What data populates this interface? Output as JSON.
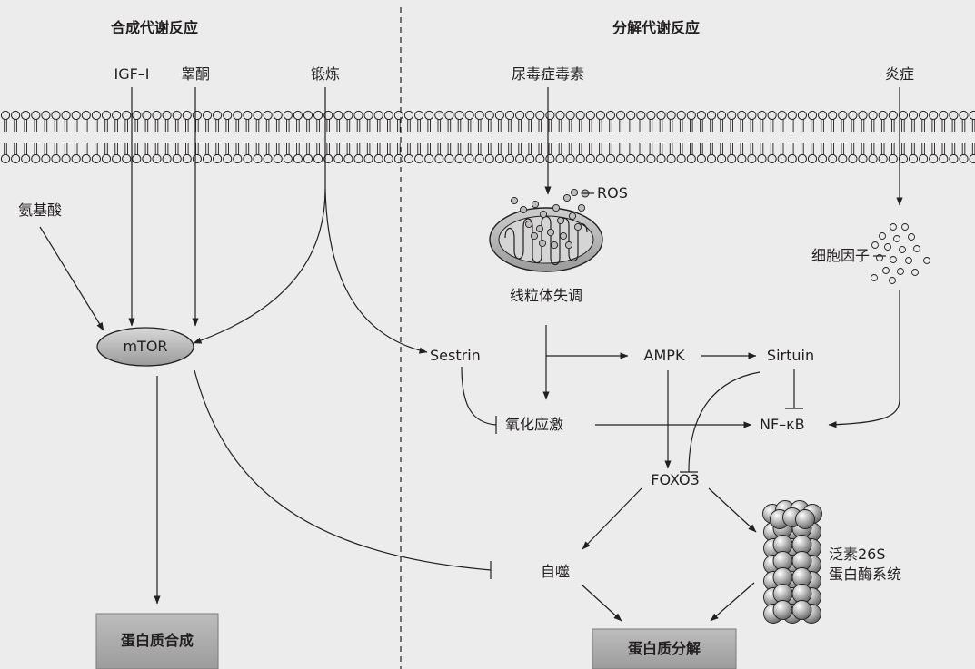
{
  "headers": {
    "anabolic": "合成代谢反应",
    "catabolic": "分解代谢反应"
  },
  "inputs": {
    "igf1": "IGF–I",
    "testosterone": "睾酮",
    "exercise": "锻炼",
    "uremic_toxins": "尿毒症毒素",
    "inflammation": "炎症",
    "amino_acids": "氨基酸"
  },
  "nodes": {
    "ros": "ROS",
    "mitochondria": "线粒体失调",
    "cytokines": "细胞因子",
    "mtor": "mTOR",
    "sestrin": "Sestrin",
    "ampk": "AMPK",
    "sirtuin": "Sirtuin",
    "oxidative_stress": "氧化应激",
    "nfkb": "NF–κB",
    "foxo3": "FOXO3",
    "autophagy": "自噬",
    "proteasome_line1": "泛素26S",
    "proteasome_line2": "蛋白酶系统"
  },
  "outputs": {
    "synthesis": "蛋白质合成",
    "degradation": "蛋白质分解"
  },
  "colors": {
    "background": "#ececec",
    "line": "#231f20",
    "membrane_head": "#e8e8e8",
    "mtor_fill": "#b8b8b8",
    "box_fill": "#a9a9a9",
    "proteasome_ball": "#a0a0a0"
  }
}
